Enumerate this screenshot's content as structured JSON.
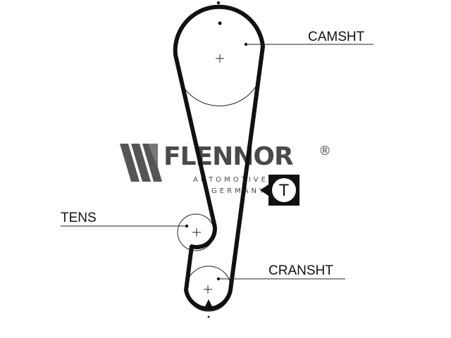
{
  "labels": {
    "camshaft": "CAMSHT",
    "tensioner": "TENS",
    "crankshaft": "CRANSHT"
  },
  "brand": {
    "name": "FLENNOR",
    "registered": "®",
    "line1": "AUTOMOTIVE",
    "line2": "GERMANY"
  },
  "timing_mark": {
    "letter": "T"
  },
  "colors": {
    "belt": "#111111",
    "logo": "#4a4a4a",
    "background": "#ffffff"
  }
}
